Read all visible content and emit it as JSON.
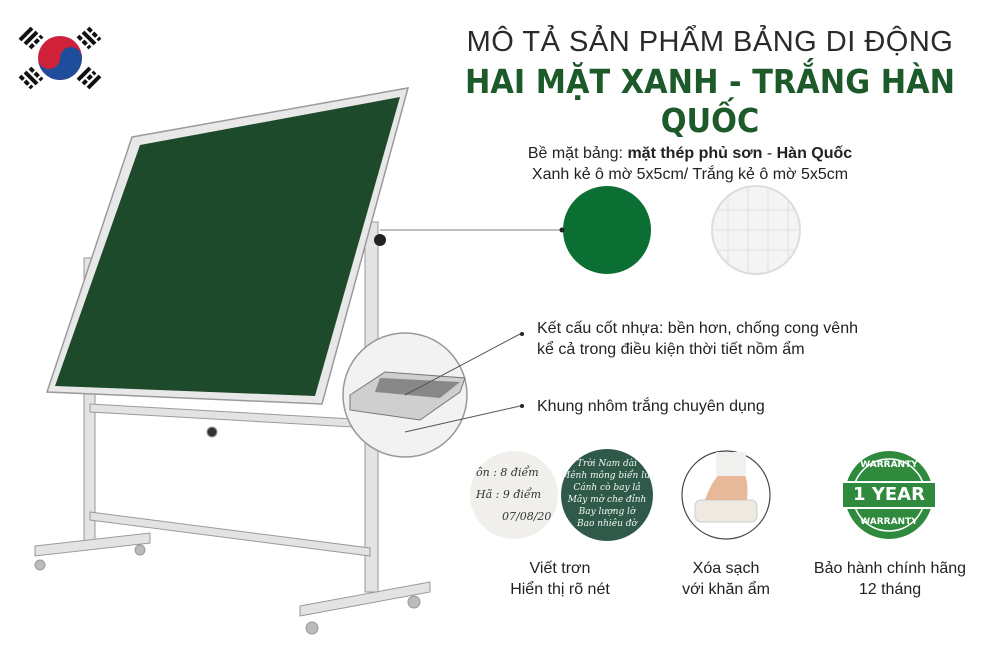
{
  "title": {
    "line1": "MÔ TẢ SẢN PHẨM BẢNG DI ĐỘNG",
    "line2": "HAI MẶT XANH - TRẮNG HÀN QUỐC"
  },
  "flag": {
    "name": "south-korea-flag-icon"
  },
  "surface": {
    "label": "Bề mặt bảng: ",
    "label_bold": "mặt thép phủ sơn",
    "label_sep": " - ",
    "label_bold2": "Hàn Quốc",
    "line2": "Xanh kẻ ô mờ 5x5cm/ Trắng kẻ ô mờ 5x5cm",
    "green_color": "#0b6e33",
    "white_color": "#f4f4f4"
  },
  "callouts": {
    "core_line1": "Kết cấu cốt nhựa: bền hơn, chống cong vênh",
    "core_line2": "kể cả trong điều kiện thời tiết nồm ẩm",
    "frame": "Khung nhôm trắng chuyên dụng"
  },
  "features": [
    {
      "line1": "Viết trơn",
      "line2": "Hiển thị rõ nét"
    },
    {
      "line1": "Xóa sạch",
      "line2": "với khăn ẩm"
    },
    {
      "line1": "Bảo hành chính hãng",
      "line2": "12 tháng"
    }
  ],
  "handwriting": {
    "white_lines": [
      "ôn  :  8 điểm",
      "Hã  :  9 điểm",
      "07/08/20"
    ],
    "green_lines": [
      "Trời Nam dài",
      "Mênh mông biển lúa",
      "Cánh cò bay lả",
      "Mây mờ che đỉnh",
      "Bay lượng lờ",
      "Bao nhiêu đờ"
    ]
  },
  "warranty_badge": {
    "top": "WARRANTY",
    "center": "1 YEAR",
    "bottom": "WARRANTY",
    "color": "#2f8a3e"
  },
  "board_color": "#1e4a2c"
}
